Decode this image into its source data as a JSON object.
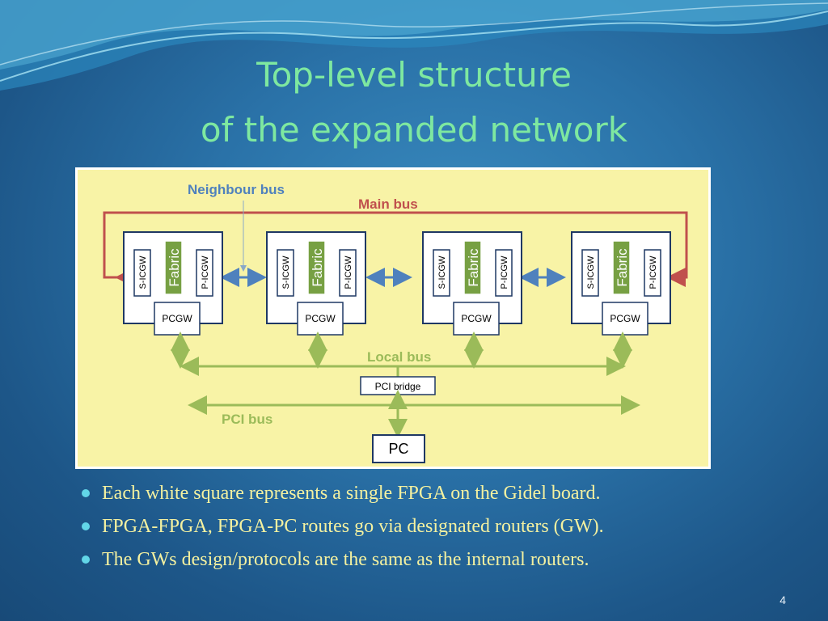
{
  "slide": {
    "title_line1": "Top-level structure",
    "title_line2": "of the expanded network",
    "page_number": "4"
  },
  "diagram": {
    "labels": {
      "neighbour_bus": "Neighbour bus",
      "main_bus": "Main bus",
      "local_bus": "Local bus",
      "pci_bus": "PCI bus",
      "pci_bridge": "PCI bridge",
      "pc": "PC"
    },
    "fpga_units": [
      {
        "s_icgw": "S-ICGW",
        "fabric": "Fabric",
        "p_icgw": "P-ICGW",
        "pcgw": "PCGW"
      },
      {
        "s_icgw": "S-ICGW",
        "fabric": "Fabric",
        "p_icgw": "P-ICGW",
        "pcgw": "PCGW"
      },
      {
        "s_icgw": "S-ICGW",
        "fabric": "Fabric",
        "p_icgw": "P-ICGW",
        "pcgw": "PCGW"
      },
      {
        "s_icgw": "S-ICGW",
        "fabric": "Fabric",
        "p_icgw": "P-ICGW",
        "pcgw": "PCGW"
      }
    ],
    "colors": {
      "background": "#f8f3a6",
      "neighbour": "#4f81bd",
      "main": "#c0504d",
      "local": "#9bbb59",
      "fabric": "#77a043",
      "box_border": "#1f3864"
    }
  },
  "bullets": [
    "Each white square represents a single FPGA on the Gidel board.",
    "FPGA-FPGA, FPGA-PC routes go via designated routers (GW).",
    "The GWs design/protocols  are the same as the internal routers."
  ]
}
